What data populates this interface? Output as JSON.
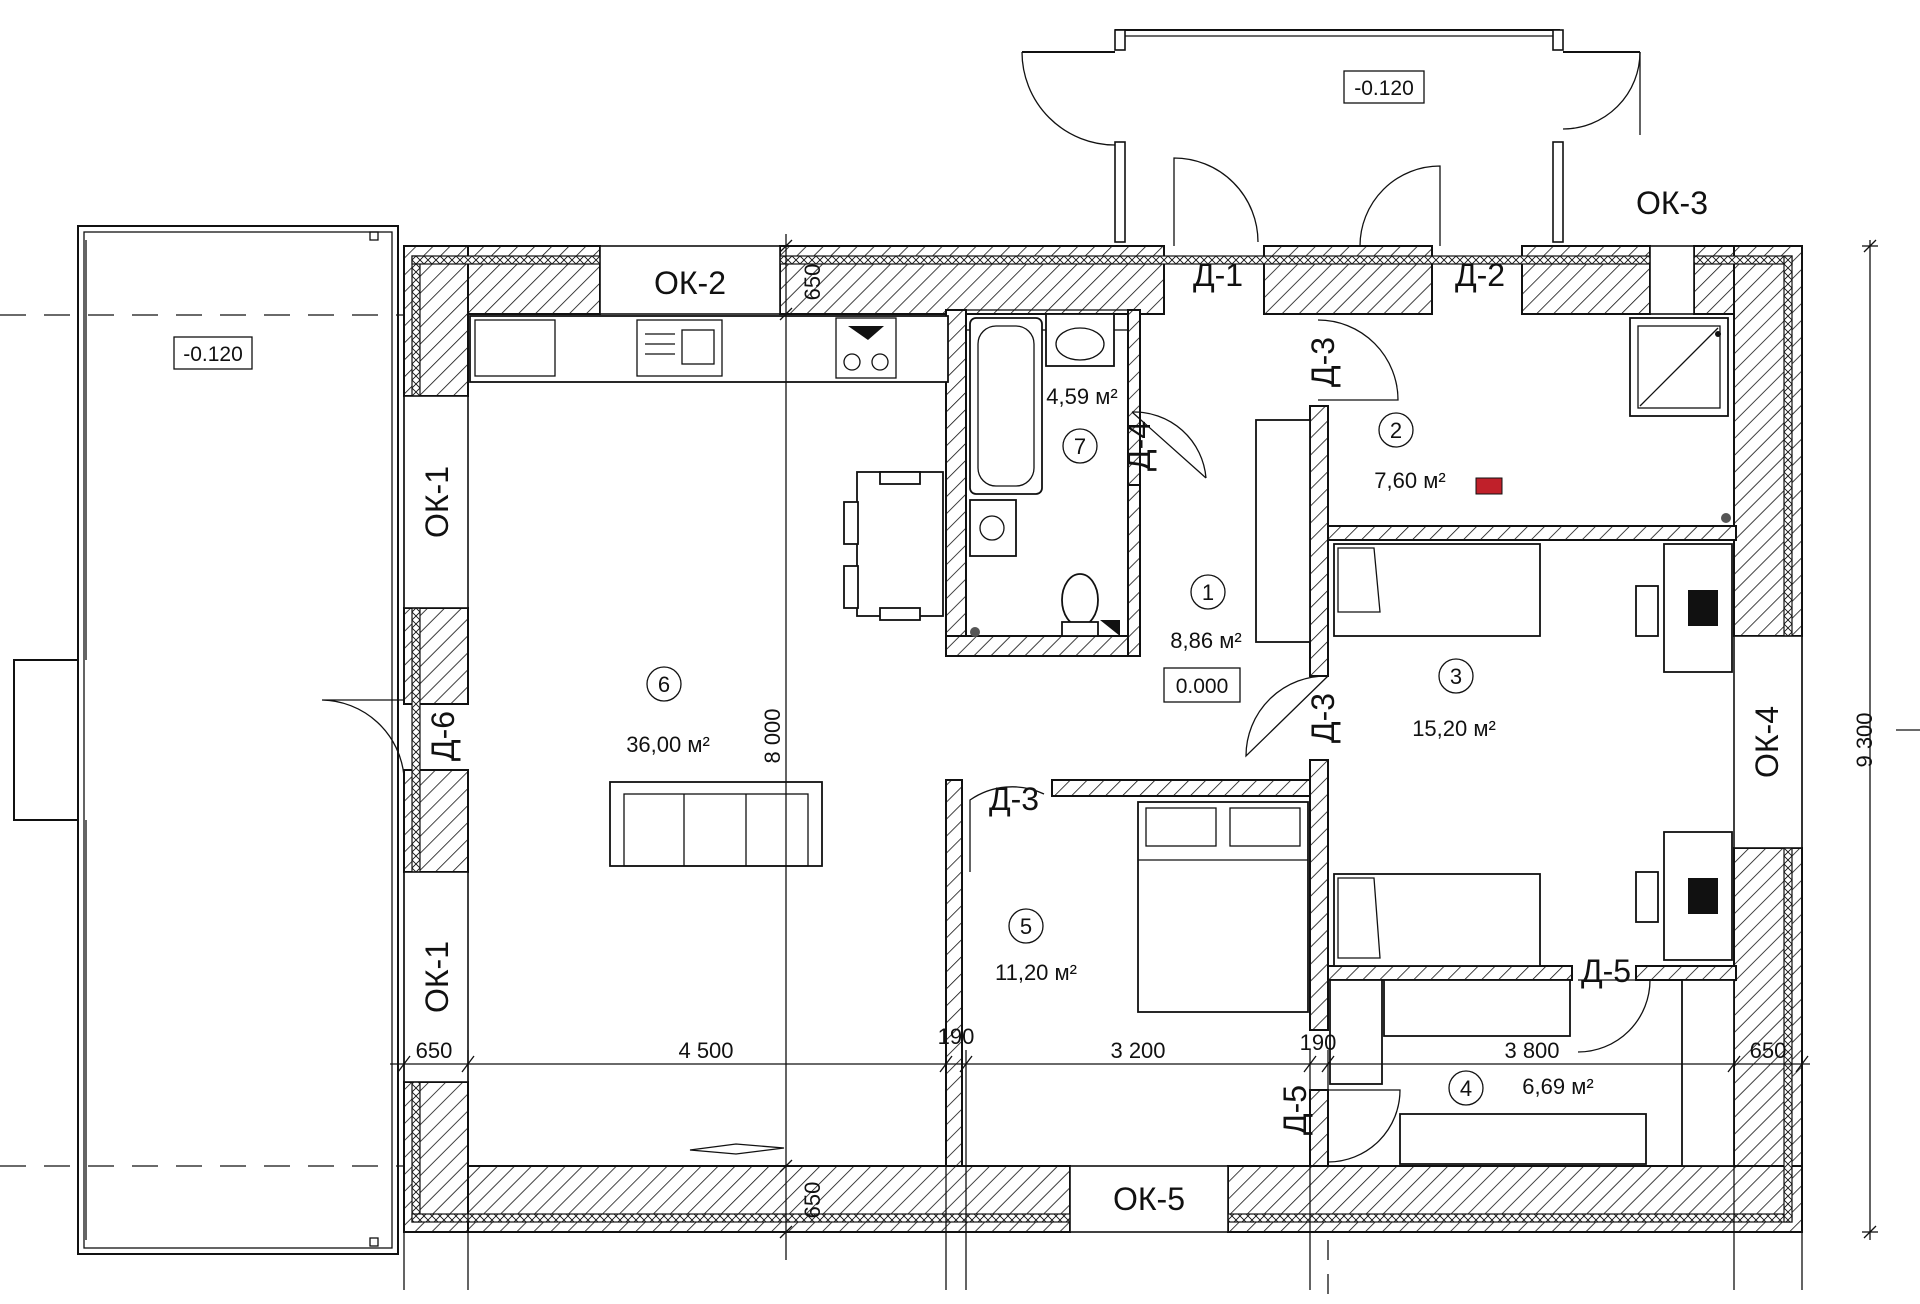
{
  "levels": {
    "outdoor_west": "-0.120",
    "outdoor_north": "-0.120",
    "hall": "0.000"
  },
  "windows": {
    "ok2": "ОК-2",
    "ok3": "ОК-3",
    "ok1_top": "ОК-1",
    "ok1_bottom": "ОК-1",
    "ok4": "ОК-4",
    "ok5": "ОК-5"
  },
  "doors": {
    "d1": "Д-1",
    "d2": "Д-2",
    "d3_north": "Д-3",
    "d3_mid": "Д-3",
    "d3_room5": "Д-3",
    "d4": "Д-4",
    "d5_east": "Д-5",
    "d5_south": "Д-5",
    "d6": "Д-6"
  },
  "rooms": [
    {
      "number": "1",
      "area": "8,86 м²"
    },
    {
      "number": "2",
      "area": "7,60 м²"
    },
    {
      "number": "3",
      "area": "15,20 м²"
    },
    {
      "number": "4",
      "area": "6,69 м²"
    },
    {
      "number": "5",
      "area": "11,20 м²"
    },
    {
      "number": "6",
      "area": "36,00 м²"
    },
    {
      "number": "7",
      "area": "4,59 м²"
    }
  ],
  "dimensions": {
    "wall_left": "650",
    "span_1": "4 500",
    "partition_1": "190",
    "span_2": "3 200",
    "partition_2": "190",
    "span_3": "3 800",
    "wall_right": "650",
    "wall_top": "650",
    "wall_bottom": "650",
    "depth": "8 000",
    "total_depth": "9 300"
  }
}
